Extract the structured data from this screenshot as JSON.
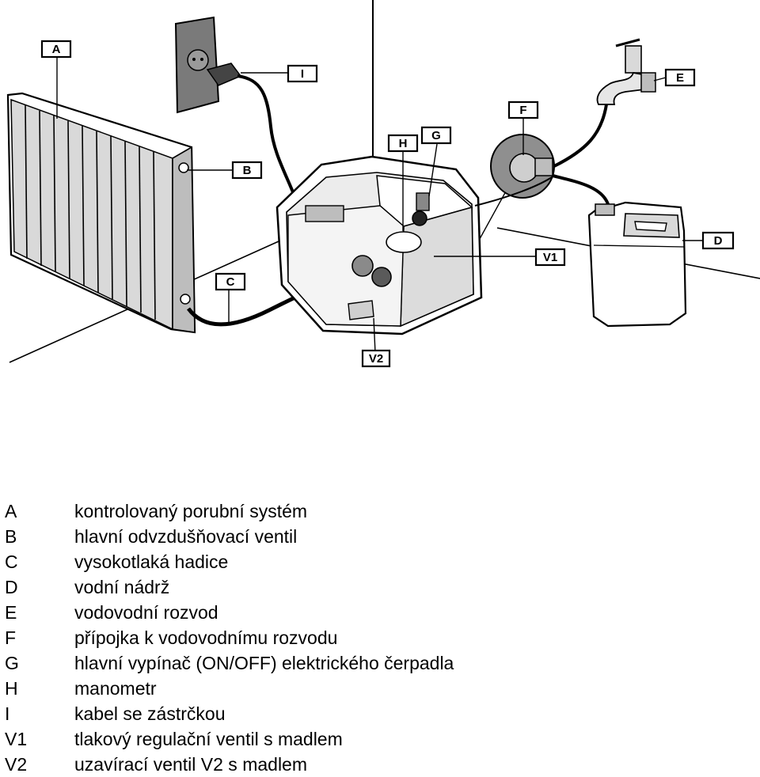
{
  "diagram": {
    "tags": {
      "A": "A",
      "B": "B",
      "C": "C",
      "D": "D",
      "E": "E",
      "F": "F",
      "G": "G",
      "H": "H",
      "I": "I",
      "V1": "V1",
      "V2": "V2"
    }
  },
  "legend": [
    {
      "code": "A",
      "text": "kontrolovaný porubní systém"
    },
    {
      "code": "B",
      "text": "hlavní odvzdušňovací ventil"
    },
    {
      "code": "C",
      "text": "vysokotlaká hadice"
    },
    {
      "code": "D",
      "text": "vodní nádrž"
    },
    {
      "code": "E",
      "text": "vodovodní rozvod"
    },
    {
      "code": "F",
      "text": "přípojka k vodovodnímu rozvodu"
    },
    {
      "code": "G",
      "text": "hlavní vypínač (ON/OFF) elektrického čerpadla"
    },
    {
      "code": "H",
      "text": "manometr"
    },
    {
      "code": "I",
      "text": "kabel se zástrčkou"
    },
    {
      "code": "V1",
      "text": "tlakový regulační ventil s madlem"
    },
    {
      "code": "V2",
      "text": "uzavírací ventil V2 s madlem"
    }
  ]
}
